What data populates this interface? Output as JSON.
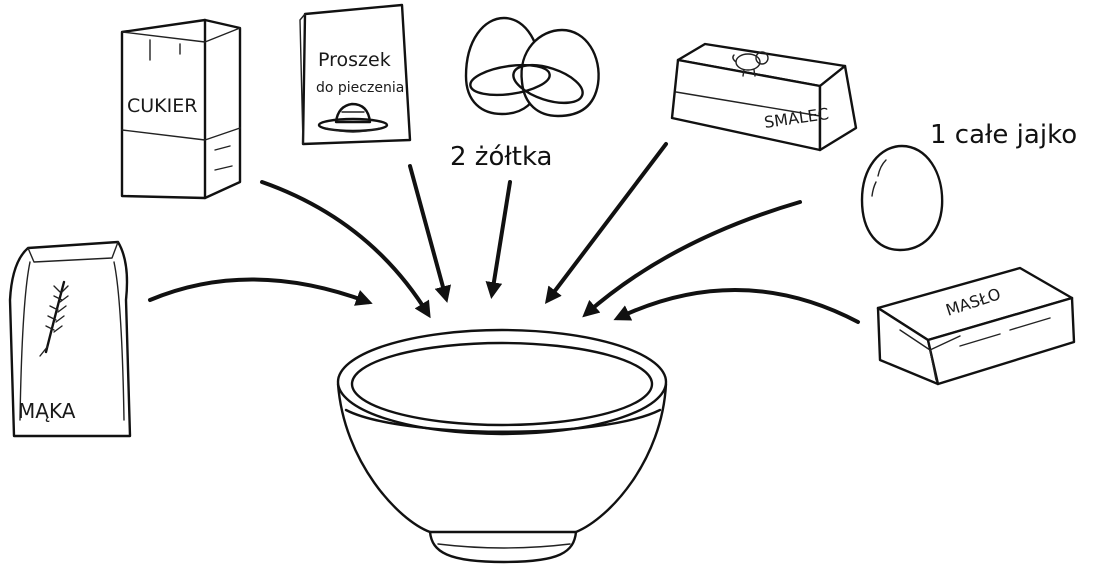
{
  "items": {
    "cukier": {
      "label": "CUKIER"
    },
    "proszek": {
      "label_line1": "Proszek",
      "label_line2": "do pieczenia"
    },
    "zoltka": {
      "caption": "2 żółtka"
    },
    "smalec": {
      "label": "SMALEC"
    },
    "jajko": {
      "caption": "1 całe jajko"
    },
    "maka": {
      "label": "MĄKA"
    },
    "maslo": {
      "label": "MASŁO"
    }
  },
  "bowl": {
    "icon": "mixing-bowl-icon"
  },
  "colors": {
    "ink": "#111111",
    "background": "#ffffff"
  }
}
